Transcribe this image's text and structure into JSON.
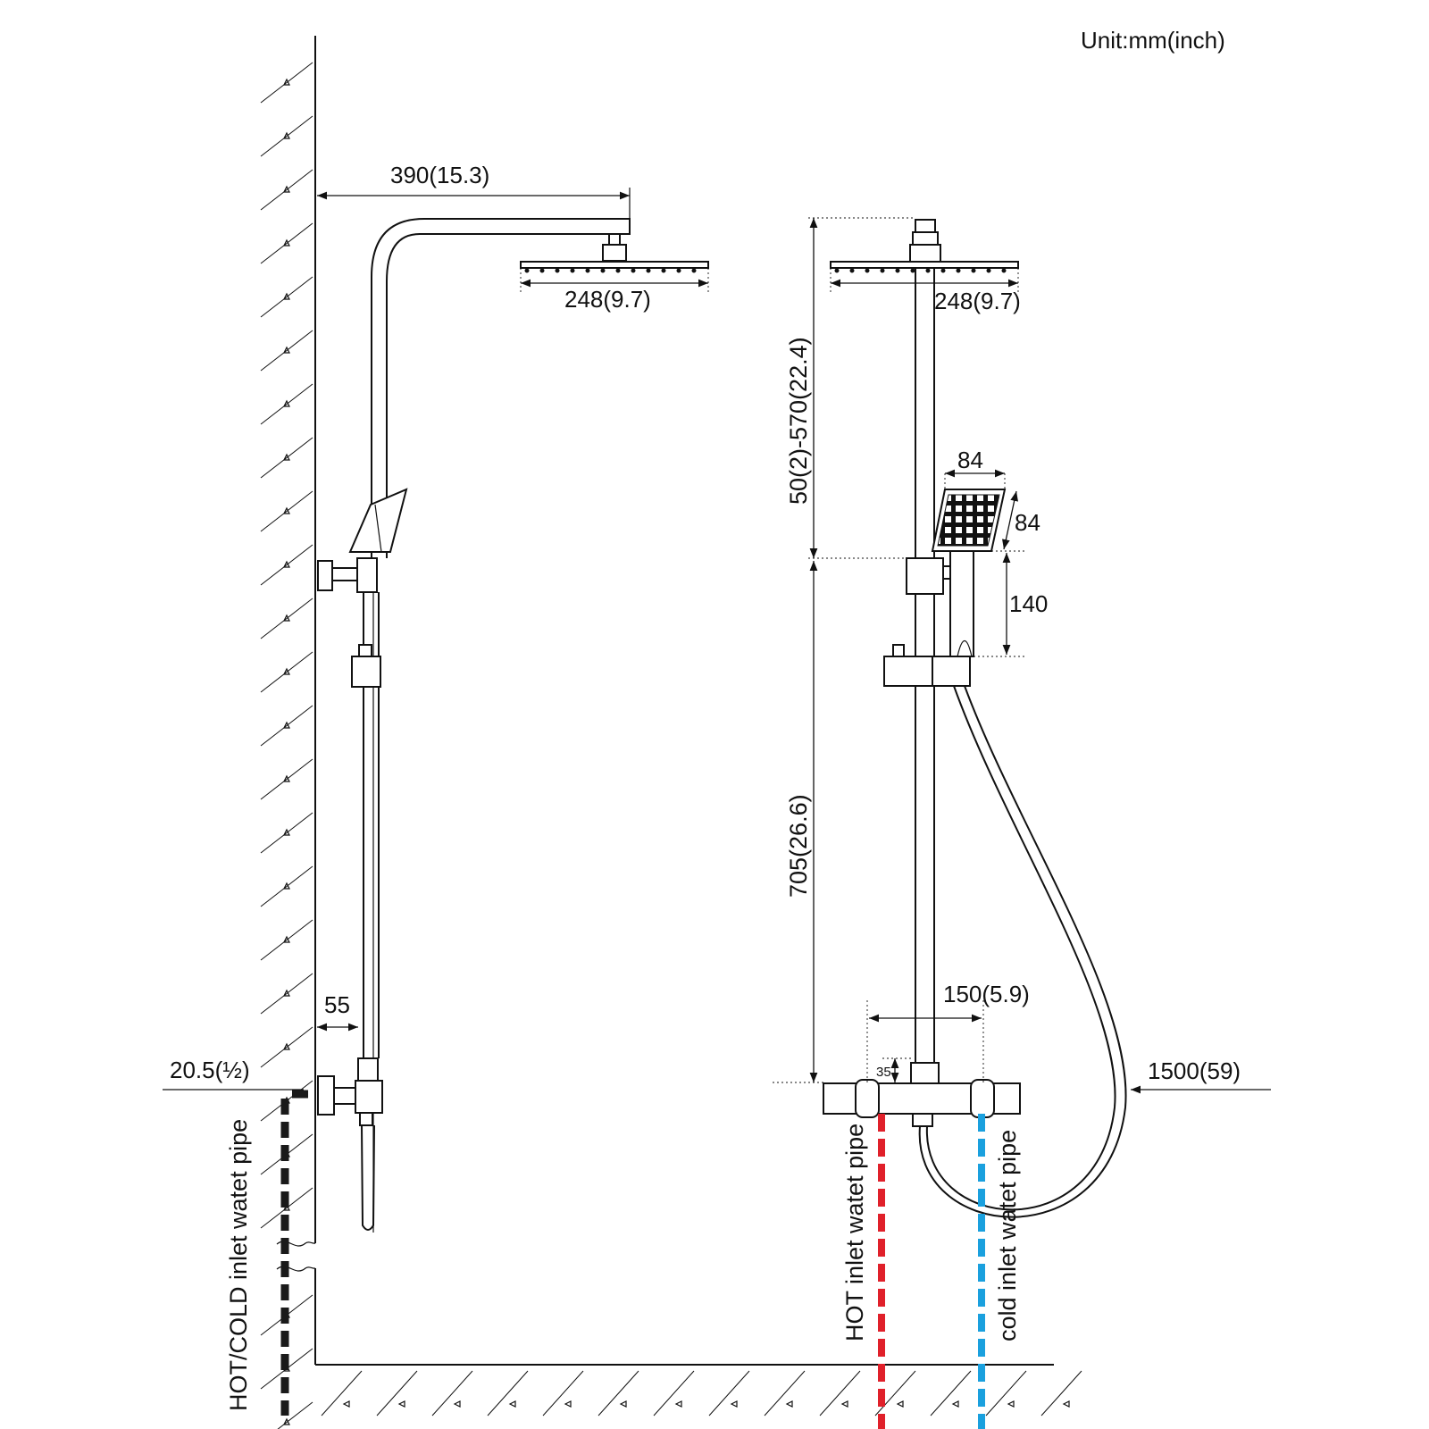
{
  "unit_label": "Unit:mm(inch)",
  "colors": {
    "line": "#111111",
    "hot": "#e0202a",
    "cold": "#1aa0de",
    "mixed": "#1a1a1a"
  },
  "side_view": {
    "arm_projection": "390(15.3)",
    "head_width": "248(9.7)",
    "wall_offset": "55",
    "inlet_size": "20.5(½)",
    "pipe_label": "HOT/COLD inlet watet pipe"
  },
  "front_view": {
    "head_width": "248(9.7)",
    "riser_height": "50(2)-570(22.4)",
    "lower_height": "705(26.6)",
    "hand_width": "84",
    "hand_height": "84",
    "holder_height": "140",
    "centers": "150(5.9)",
    "small_offset": "35",
    "hose_length": "1500(59)",
    "hot_label": "HOT inlet watet pipe",
    "cold_label": "cold inlet watet pipe"
  }
}
